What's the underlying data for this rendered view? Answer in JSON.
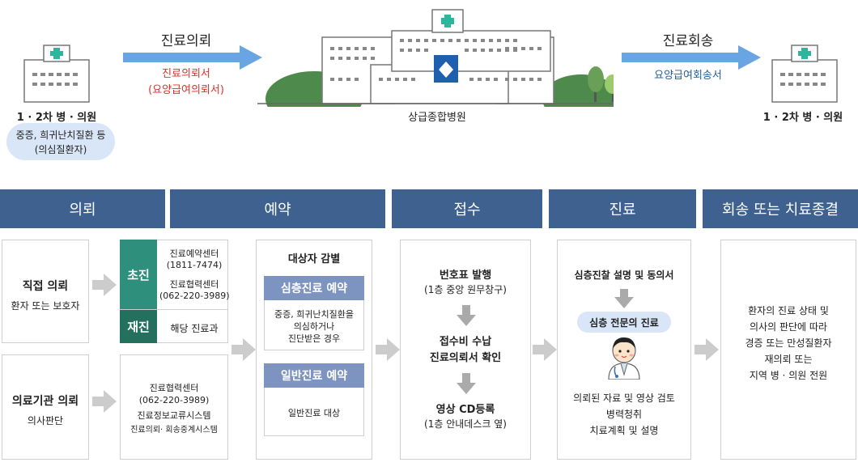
{
  "top": {
    "clinic_left_label": "1 · 2차 병 · 의원",
    "clinic_left_badge_line1": "중증, 희귀난치질환 등",
    "clinic_left_badge_line2": "(의심질환자)",
    "referral_title": "진료의뢰",
    "referral_doc_line1": "진료의뢰서",
    "referral_doc_line2": "(요양급여의뢰서)",
    "hospital_label": "상급종합병원",
    "return_title": "진료회송",
    "return_doc": "요양급여회송서",
    "clinic_right_label": "1 · 2차 병 · 의원"
  },
  "headers": [
    "의뢰",
    "예약",
    "접수",
    "진료",
    "회송 또는 치료종결"
  ],
  "referral": {
    "direct_title": "직접 의뢰",
    "direct_sub": "환자 또는 보호자",
    "inst_title": "의료기관 의뢰",
    "inst_sub": "의사판단"
  },
  "booking_initial": {
    "label_first": "초진",
    "first_line1": "진료예약센터",
    "first_line2": "(1811-7474)",
    "first_line3": "진료협력센터",
    "first_line4": "(062-220-3989)",
    "label_revisit": "재진",
    "revisit_text": "해당 진료과",
    "inst_line1": "진료협력센터",
    "inst_line2": "(062-220-3989)",
    "inst_line3": "진료정보교류시스템",
    "inst_line4": "진료의뢰· 회송중계시스템"
  },
  "reservation": {
    "title": "대상자 감별",
    "deep_label": "심층진료 예약",
    "deep_line1": "중증, 희귀난치질환을",
    "deep_line2": "의심하거나",
    "deep_line3": "진단받은 경우",
    "general_label": "일반진료 예약",
    "general_text": "일반진료 대상"
  },
  "reception": {
    "step1_line1": "번호표 발행",
    "step1_line2": "(1층 중앙 원무창구)",
    "step2_line1": "접수비 수납",
    "step2_line2": "진료의뢰서 확인",
    "step3_line1": "영상 CD등록",
    "step3_line2": "(1층 안내데스크 옆)"
  },
  "treatment": {
    "consent": "심층진찰 설명 및 동의서",
    "pill": "심층 전문의 진료",
    "line1": "의뢰된 자료 및 영상 검토",
    "line2": "병력청취",
    "line3": "치료계획 및 설명"
  },
  "closing": {
    "line1": "환자의 진료 상태 및",
    "line2": "의사의 판단에 따라",
    "line3": "경증 또는 만성질환자",
    "line4": "재의뢰 또는",
    "line5": "지역 병 · 의원 전원"
  },
  "colors": {
    "header_blue": "#3e6190",
    "pill_blue": "#7d93c0",
    "green_first": "#2e8f7c",
    "green_revisit": "#24705e",
    "arrow_blue": "#6aa5e3",
    "red_text": "#e0312c",
    "blue_text": "#1f5f9f"
  }
}
